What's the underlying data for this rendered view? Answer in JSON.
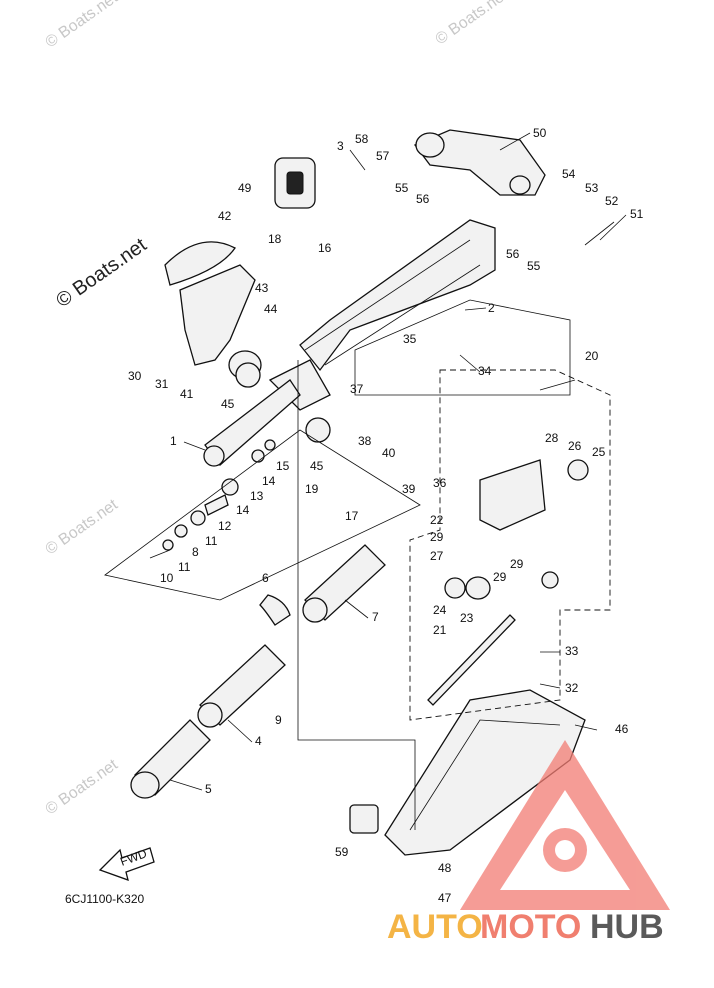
{
  "watermarks": {
    "small": "© Boats.net",
    "large": "© Boats.net"
  },
  "diagram_code": "6CJ1100-K320",
  "fwd_label": "FWD",
  "brand": {
    "part1": "AUTO",
    "part2": "MOTO",
    "part3": "HUB"
  },
  "callouts": [
    "1",
    "2",
    "3",
    "4",
    "5",
    "6",
    "7",
    "8",
    "9",
    "10",
    "11",
    "11",
    "12",
    "13",
    "14",
    "14",
    "15",
    "16",
    "17",
    "18",
    "19",
    "20",
    "21",
    "22",
    "23",
    "24",
    "25",
    "26",
    "27",
    "28",
    "29",
    "29",
    "29",
    "30",
    "31",
    "32",
    "33",
    "34",
    "35",
    "36",
    "37",
    "38",
    "39",
    "40",
    "41",
    "42",
    "43",
    "44",
    "45",
    "45",
    "46",
    "47",
    "48",
    "49",
    "50",
    "51",
    "52",
    "53",
    "54",
    "55",
    "55",
    "56",
    "56",
    "57",
    "58",
    "59"
  ],
  "colors": {
    "logo_triangle": "#f27c73",
    "brand_orange": "#f4b445",
    "brand_coral": "#f07f6f",
    "brand_gray": "#5a5a5a",
    "watermark": "#c8c8c8"
  }
}
